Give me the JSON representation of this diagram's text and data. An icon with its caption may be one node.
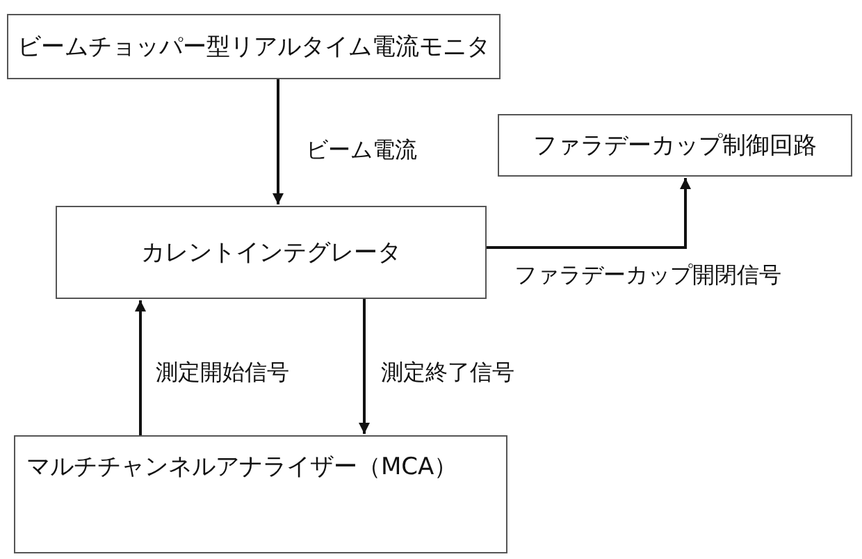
{
  "diagram": {
    "nodes": [
      {
        "text": [
          "ビームチョッパー型リアルタイム電流モニタ"
        ]
      },
      {
        "text": [
          "ファラデーカップ制御回路"
        ]
      },
      {
        "text": [
          "カレントインテグレータ"
        ]
      },
      {
        "text": [
          "マルチチャンネルアナライザー（MCA）"
        ]
      }
    ],
    "edges": [
      {
        "from": 0,
        "to": 2,
        "arrow": "to",
        "label": "ビーム電流"
      },
      {
        "from": 2,
        "to": 1,
        "arrow": "to",
        "label": "ファラデーカップ開閉信号"
      },
      {
        "from": 3,
        "to": 2,
        "arrow": "to",
        "label": "測定開始信号"
      },
      {
        "from": 2,
        "to": 3,
        "arrow": "to",
        "label": "測定終了信号"
      }
    ]
  }
}
